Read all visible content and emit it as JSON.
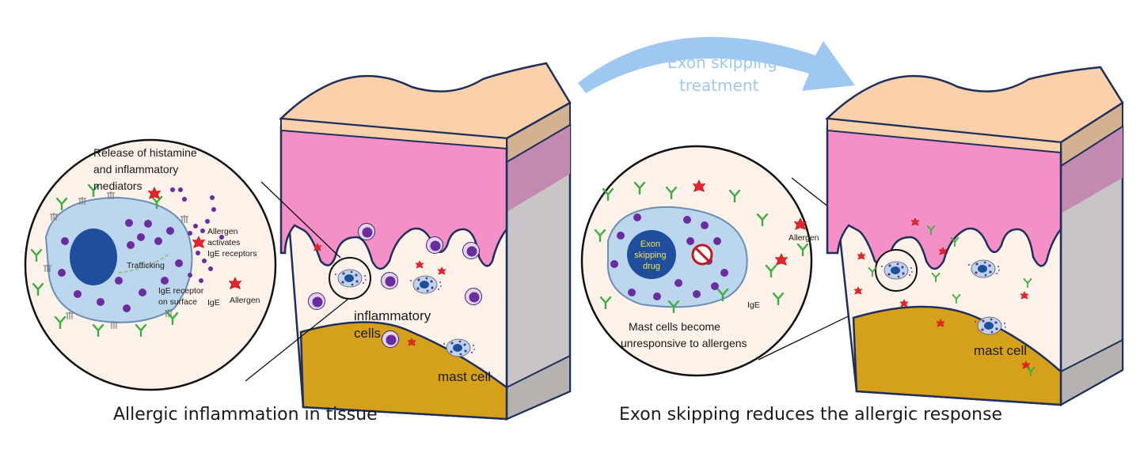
{
  "arrow_label": [
    "Exon skipping",
    "treatment"
  ],
  "left_panel": {
    "caption": "Allergic inflammation in tissue",
    "zoom_labels": {
      "release": [
        "Release of histamine",
        "and inflammatory",
        "mediators"
      ],
      "activates": [
        "Allergen",
        "activates",
        "IgE receptors"
      ],
      "trafficking": "Trafficking",
      "receptor": [
        "IgE receptor",
        "on surface"
      ],
      "ige": "IgE",
      "allergen": "Allergen"
    },
    "tissue_labels": {
      "inflammatory": [
        "inflammatory",
        "cells"
      ],
      "mast": "mast cell"
    }
  },
  "right_panel": {
    "caption": "Exon skipping reduces the allergic response",
    "zoom_labels": {
      "drug": [
        "Exon",
        "skipping",
        "drug"
      ],
      "allergen": "Allergen",
      "ige": "IgE",
      "unresponsive": [
        "Mast cells become",
        "unresponsive to allergens"
      ]
    },
    "tissue_labels": {
      "mast": "mast cell"
    }
  },
  "colors": {
    "epidermis": "#fbd1ac",
    "dermis": "#f58fc8",
    "tissue": "#fcf2ea",
    "fat": "#d6a11a",
    "cell_body": "#bcd6ee",
    "nucleus": "#1f4e9c",
    "granule": "#6a2c9e",
    "ige": "#3cae3c",
    "allergen": "#e8232a",
    "arrow": "#9ec8f0",
    "outline": "#1e2f5c"
  }
}
